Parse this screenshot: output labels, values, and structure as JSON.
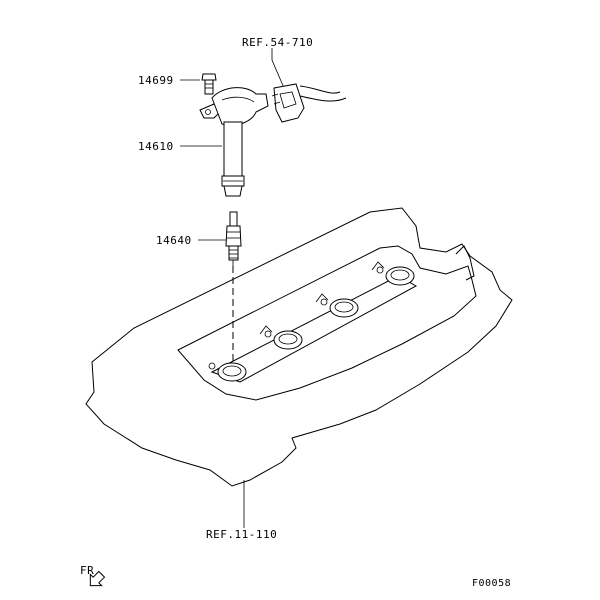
{
  "labels": {
    "ref_harness": "REF.54-710",
    "bolt": "14699",
    "coil": "14610",
    "plug": "14640",
    "ref_head": "REF.11-110",
    "front": "FR",
    "figure_id": "F00058"
  }
}
